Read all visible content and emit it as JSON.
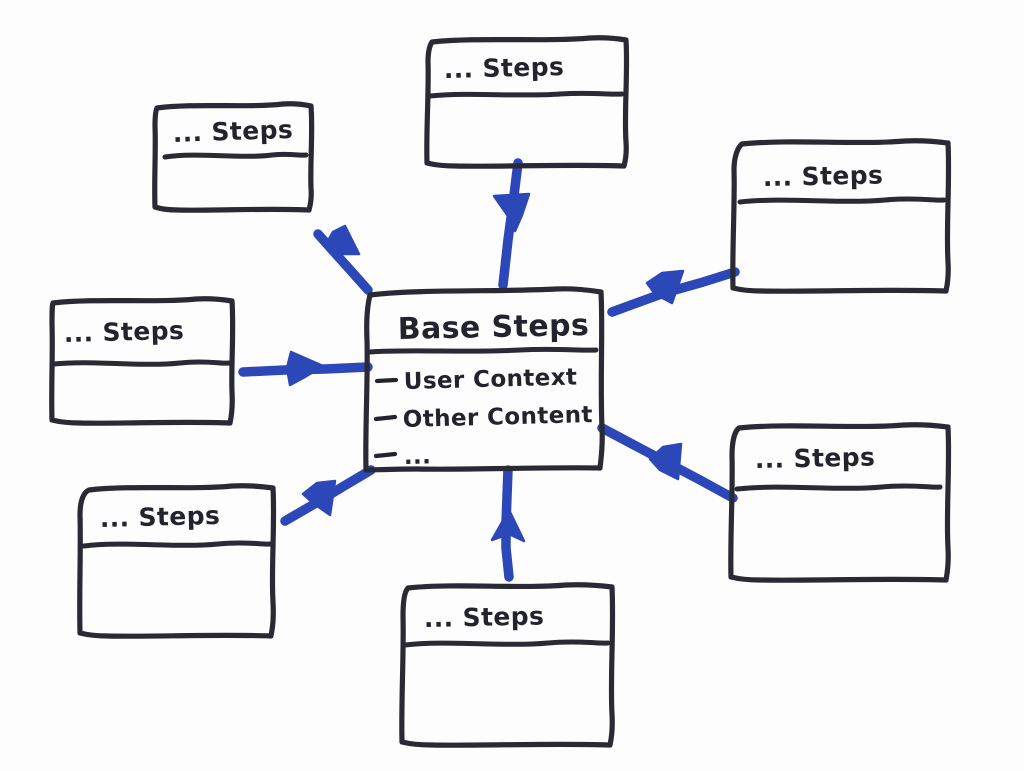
{
  "diagram": {
    "title": "Base Steps radial diagram",
    "style": "hand-drawn sketch",
    "background_color": "#ffffff",
    "ink_color": "#2a2a34",
    "arrow_color": "#2b47b8",
    "center": {
      "title": "Base Steps",
      "items": [
        "User Context",
        "Other Content",
        "..."
      ],
      "bullet_glyph": "—"
    },
    "nodes": [
      {
        "id": "top",
        "title": "... Steps",
        "position": "top"
      },
      {
        "id": "upper-left",
        "title": "... Steps",
        "position": "upper-left"
      },
      {
        "id": "upper-right",
        "title": "... Steps",
        "position": "upper-right"
      },
      {
        "id": "left",
        "title": "... Steps",
        "position": "left"
      },
      {
        "id": "lower-left",
        "title": "... Steps",
        "position": "lower-left"
      },
      {
        "id": "lower-right",
        "title": "... Steps",
        "position": "lower-right"
      },
      {
        "id": "bottom",
        "title": "... Steps",
        "position": "bottom"
      }
    ],
    "connections": [
      {
        "id": "top-to-center",
        "from": "top",
        "to": "center",
        "direction": "inward"
      },
      {
        "id": "center-to-upper-left",
        "from": "center",
        "to": "upper-left",
        "direction": "outward"
      },
      {
        "id": "upper-right-to-center",
        "from": "upper-right",
        "to": "center",
        "direction": "inward"
      },
      {
        "id": "center-to-left",
        "from": "center",
        "to": "left",
        "direction": "outward"
      },
      {
        "id": "center-to-lower-left",
        "from": "center",
        "to": "lower-left",
        "direction": "outward"
      },
      {
        "id": "lower-right-to-center",
        "from": "lower-right",
        "to": "center",
        "direction": "inward"
      },
      {
        "id": "bottom-to-center",
        "from": "bottom",
        "to": "center",
        "direction": "inward"
      }
    ]
  }
}
